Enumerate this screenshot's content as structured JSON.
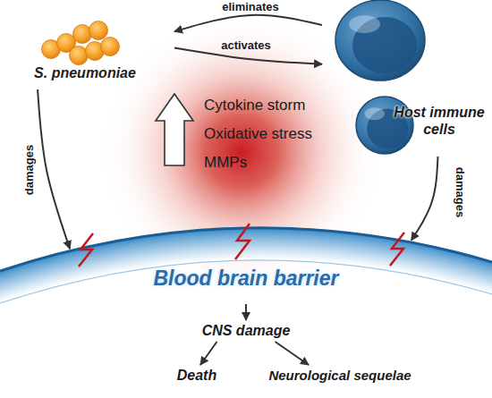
{
  "diagram": {
    "nodes": [
      {
        "text": [
          "S. pneumoniae"
        ]
      },
      {
        "text": [
          "Host immune cells"
        ]
      },
      {
        "text": [
          "Cytokine storm",
          "Oxidative stress",
          "MMPs"
        ]
      },
      {
        "text": [
          "Blood brain barrier"
        ]
      },
      {
        "text": [
          "CNS damage"
        ]
      },
      {
        "text": [
          "Death"
        ]
      },
      {
        "text": [
          "Neurological sequelae"
        ]
      }
    ],
    "edges": [
      {
        "from": 1,
        "to": 0,
        "label": "eliminates",
        "arrow": "to"
      },
      {
        "from": 0,
        "to": 1,
        "label": "activates",
        "arrow": "to"
      },
      {
        "from": 0,
        "to": 3,
        "label": "damages",
        "arrow": "to"
      },
      {
        "from": 1,
        "to": 3,
        "label": "damages",
        "arrow": "to"
      },
      {
        "from": 3,
        "to": 4,
        "arrow": "to"
      },
      {
        "from": 4,
        "to": 5,
        "arrow": "to"
      },
      {
        "from": 4,
        "to": 6,
        "arrow": "to"
      }
    ]
  }
}
